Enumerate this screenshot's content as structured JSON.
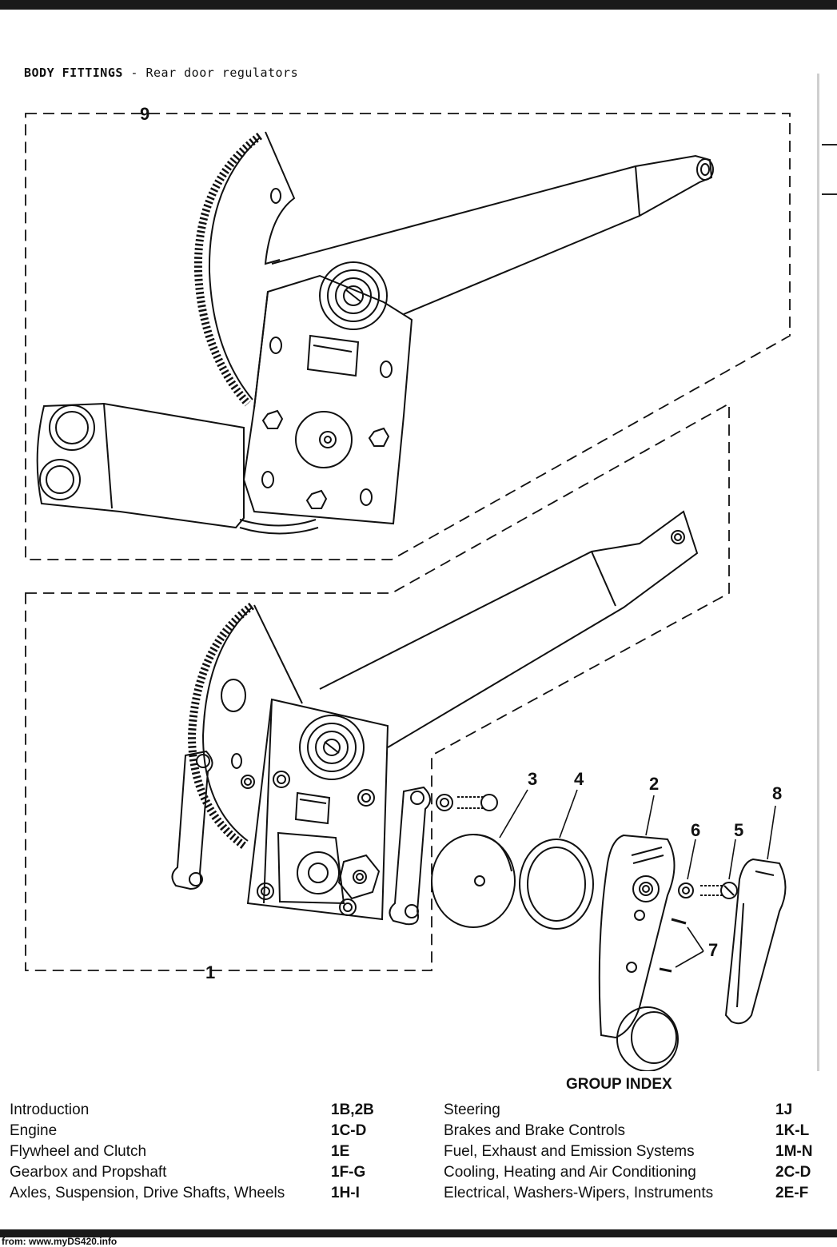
{
  "header": {
    "title_bold": "BODY FITTINGS",
    "title_rest": " - Rear door regulators"
  },
  "callouts": {
    "c9": "9",
    "c1": "1",
    "c2": "2",
    "c3": "3",
    "c4": "4",
    "c5": "5",
    "c6": "6",
    "c7": "7",
    "c8": "8"
  },
  "group_index": {
    "title": "GROUP INDEX",
    "left": [
      {
        "label": "Introduction",
        "code": "1B,2B"
      },
      {
        "label": "Engine",
        "code": "1C-D"
      },
      {
        "label": "Flywheel and Clutch",
        "code": "1E"
      },
      {
        "label": "Gearbox and Propshaft",
        "code": "1F-G"
      },
      {
        "label": "Axles, Suspension, Drive Shafts, Wheels",
        "code": "1H-I"
      }
    ],
    "right": [
      {
        "label": "Steering",
        "code": "1J"
      },
      {
        "label": "Brakes and Brake Controls",
        "code": "1K-L"
      },
      {
        "label": "Fuel, Exhaust and Emission Systems",
        "code": "1M-N"
      },
      {
        "label": "Cooling, Heating and Air Conditioning",
        "code": "2C-D"
      },
      {
        "label": "Electrical, Washers-Wipers, Instruments",
        "code": "2E-F"
      }
    ]
  },
  "footer": {
    "source": "from: www.myDS420.info"
  }
}
